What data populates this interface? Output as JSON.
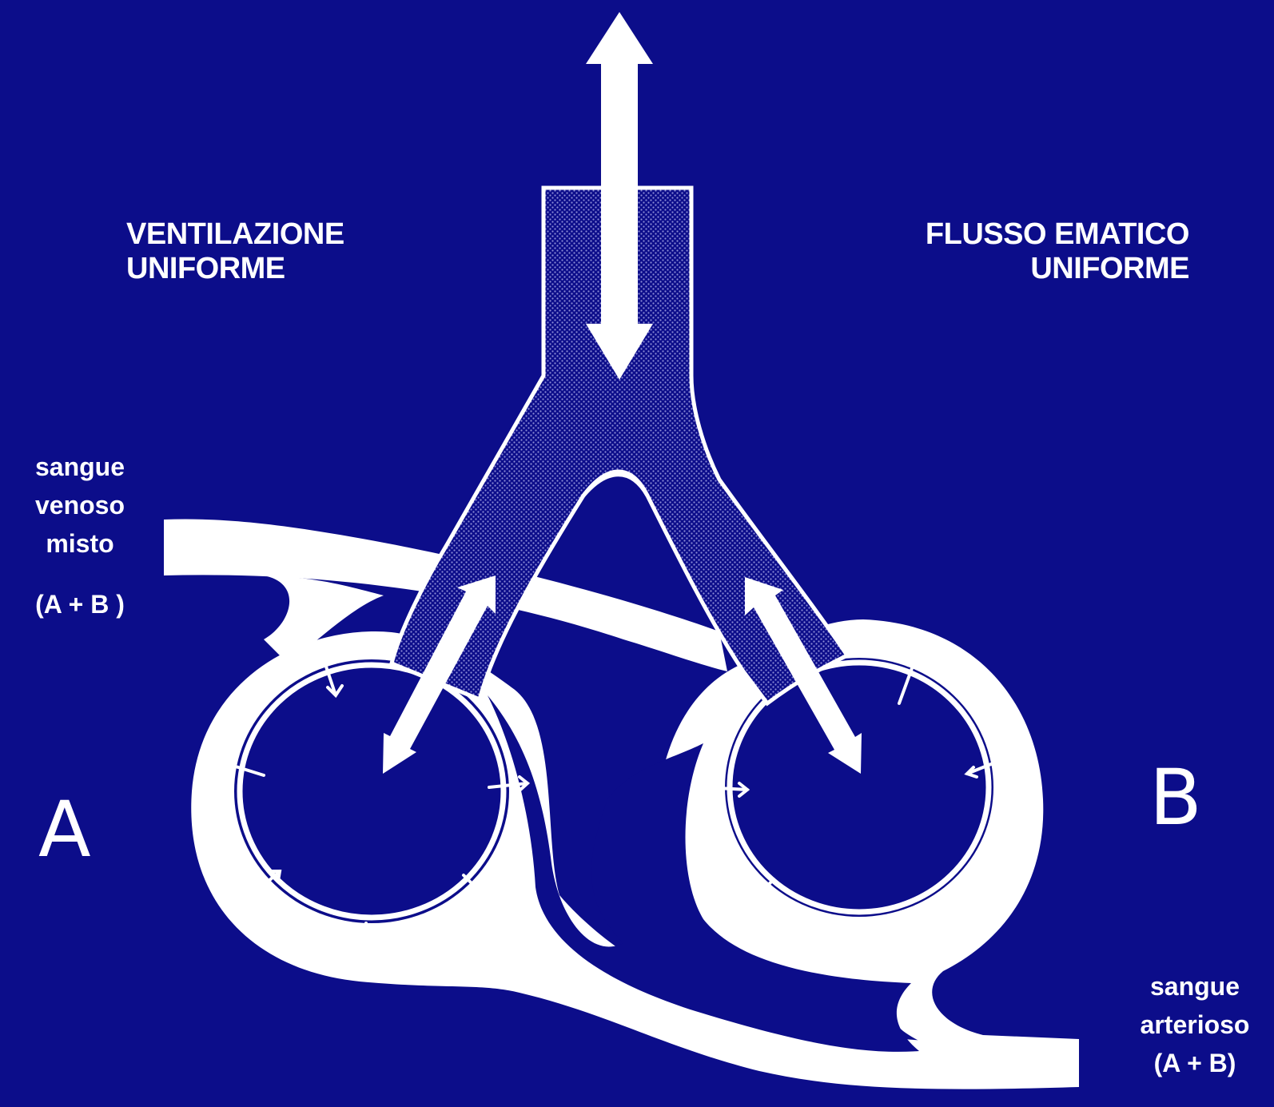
{
  "labels": {
    "ventilation": "VENTILAZIONE\nUNIFORME",
    "bloodflow": "FLUSSO EMATICO\nUNIFORME",
    "venous_blood": "sangue\nvenoso\nmisto",
    "venous_mix": "(A + B )",
    "arterial_blood": "sangue\narterioso",
    "arterial_mix": "(A + B)",
    "alveolus_a": "A",
    "alveolus_b": "B"
  },
  "colors": {
    "background": "#0c0d8a",
    "foreground": "#ffffff"
  }
}
